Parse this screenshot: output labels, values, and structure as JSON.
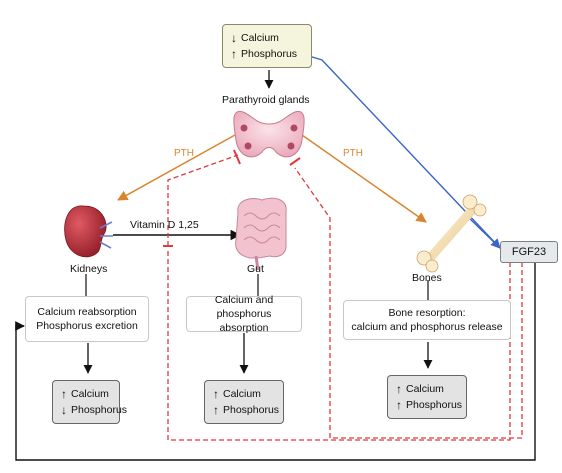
{
  "top_box": {
    "line1": "Calcium",
    "line2": "Phosphorus",
    "arrow1": "↓",
    "arrow2": "↑"
  },
  "organs": {
    "parathyroid": "Parathyroid glands",
    "kidneys": "Kidneys",
    "gut": "Gut",
    "bones": "Bones"
  },
  "hormones": {
    "pth_left": "PTH",
    "pth_right": "PTH",
    "vitamin_d": "Vitamin D 1,25",
    "fgf23": "FGF23"
  },
  "effects": {
    "kidney_line1": "Calcium reabsorption",
    "kidney_line2": "Phosphorus excretion",
    "gut_line1": "Calcium and",
    "gut_line2": "phosphorus absorption",
    "bone_line1": "Bone resorption:",
    "bone_line2": "calcium and phosphorus release"
  },
  "results": {
    "kidney": {
      "line1": "Calcium",
      "line2": "Phosphorus",
      "arrow1": "↑",
      "arrow2": "↓"
    },
    "gut": {
      "line1": "Calcium",
      "line2": "Phosphorus",
      "arrow1": "↑",
      "arrow2": "↑"
    },
    "bone": {
      "line1": "Calcium",
      "line2": "Phosphorus",
      "arrow1": "↑",
      "arrow2": "↑"
    }
  },
  "colors": {
    "pth_arrow": "#d9852f",
    "inhibition": "#e0393e",
    "fgf_arrow": "#3a64c8",
    "feedback": "#111111"
  }
}
